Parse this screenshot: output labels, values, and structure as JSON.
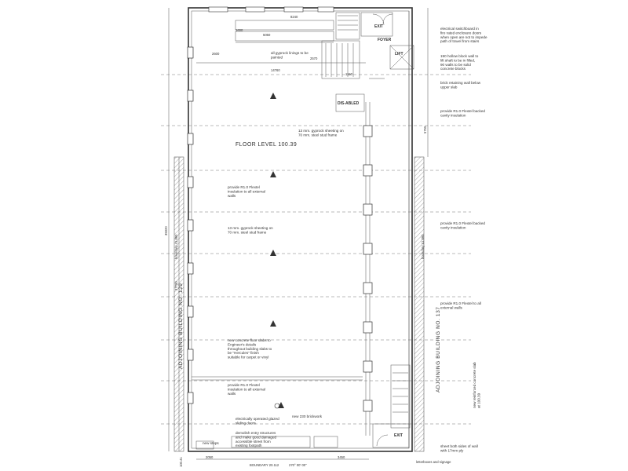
{
  "title": {
    "floor_level": "FLOOR LEVEL 100.39"
  },
  "rooms": {
    "exit_top": "EXIT",
    "foyer": "FOYER",
    "lift": "LIFT",
    "dis_abled": "DIS-ABLED",
    "exit_bottom": "EXIT"
  },
  "side_labels": {
    "left": "ADJOINING BUILDING NO. 129",
    "right": "ADJOINING BUILDING NO. 137",
    "left_boundary": "boundary 41.890",
    "right_boundary": "boundary 41.890",
    "left_overall": "39320",
    "left_inner": "37790",
    "right_upper": "5755"
  },
  "bottom": {
    "boundary": "BOUNDARY 20.112",
    "bearing": "270° 00' 00\"",
    "dim_left": "2050",
    "dim_right": "3450",
    "left_corner": "100.41",
    "telephone": "letterboxes and signage"
  },
  "top_dims": {
    "d1": "8240",
    "d2": "5050",
    "d3": "1600",
    "d4": "14760",
    "d5": "2600",
    "d6": "2570",
    "d7": "1150"
  },
  "notes": {
    "top_right_1": "electrical switchboard in fire rated enclosure doors when open are not to impede path of travel from stairs",
    "top_right_2": "190 hollow block wall to lift shaft to be in filled, 90 walls to be solid concrete blocks",
    "top_right_3": "brick retaining wall below upper slab",
    "right_1": "provide R1.0 Flextel backed cavity insulation",
    "right_2": "provide R1.0 Flextel backed cavity insulation",
    "right_3": "provide R1.0 Flextel to all external walls",
    "gyprock_top": "all gyprock linings to be painted",
    "stud_1": "13 mm. gyprock sheeting on 70 mm. steel stud frame",
    "insul_1": "provide R1.0 Flextel insulation to all external walls",
    "stud_2": "13 mm. gyprock sheeting on 70 mm. steel stud frame",
    "concrete": "new concrete floor slabs to Engineer's details throughout building slabs to be \"Hercules\" finish suitable for carpet or vinyl",
    "insul_2": "provide R1.0 Flextel insulation to all external walls",
    "door": "electrically operated glazed sliding doors",
    "new_ground": "new 230 brickwork",
    "demolish": "demolish entry structures and make good damaged accessible street from existing footpath",
    "new_stairs": "new steps",
    "sheet_bottom": "sheet both sides of wall with 17mm ply",
    "right_vertical": "new reinforced concrete slab at 100.39"
  }
}
